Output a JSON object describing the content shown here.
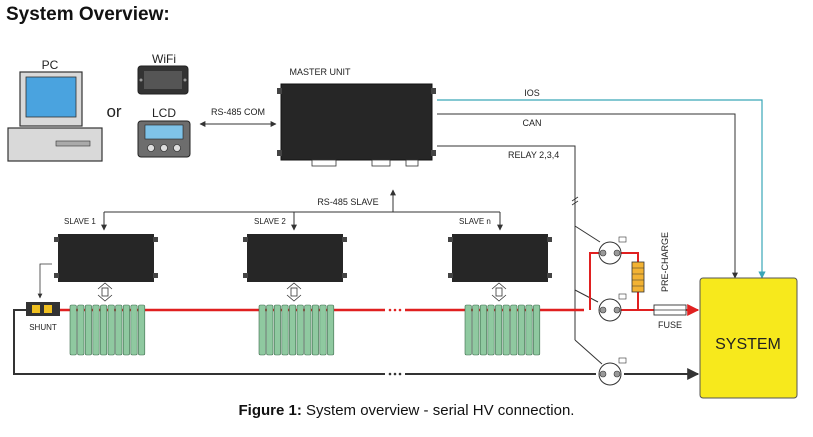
{
  "heading": "System Overview:",
  "labels": {
    "pc": "PC",
    "or": "or",
    "wifi": "WiFi",
    "lcd": "LCD",
    "rs485_com": "RS-485 COM",
    "master_unit": "MASTER UNIT",
    "ios": "IOS",
    "can": "CAN",
    "relay": "RELAY 2,3,4",
    "rs485_slave": "RS-485 SLAVE",
    "slave_1": "SLAVE 1",
    "slave_2": "SLAVE 2",
    "slave_n": "SLAVE n",
    "shunt": "SHUNT",
    "pre_charge": "PRE-CHARGE",
    "fuse": "FUSE",
    "system": "SYSTEM"
  },
  "caption": {
    "prefix": "Figure 1:",
    "text": " System overview - serial HV connection."
  },
  "colors": {
    "hv_line": "#e02020",
    "ios_line": "#3aa6b8",
    "signal_line": "#333333",
    "module_body": "#262626",
    "battery_cell": "#8fc9a0",
    "system_fill": "#f7e91c"
  }
}
